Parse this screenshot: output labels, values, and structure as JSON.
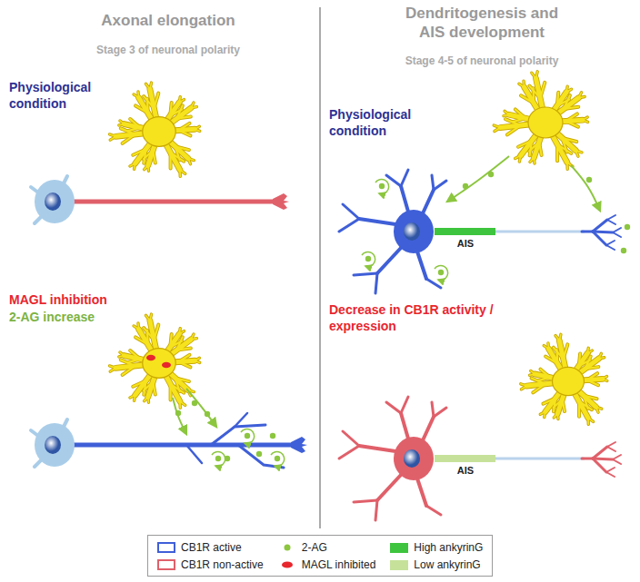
{
  "diagram": {
    "labels": [
      "Axonal elongation",
      "Stage 3 of neuronal polarity",
      "Dendritogenesis and AIS development",
      "Stage 4-5 of neuronal polarity",
      "Physiological condition",
      "MAGL inhibition",
      "2-AG increase",
      "Physiological condition",
      "AIS",
      "Decrease in CB1R activity / expression",
      "AIS"
    ],
    "legend": [
      {
        "text": "CB1R active"
      },
      {
        "text": "2-AG"
      },
      {
        "text": "High ankyrinG",
        "color": "#3ec43e"
      },
      {
        "text": "CB1R non-active"
      },
      {
        "text": "MAGL inhibited"
      },
      {
        "text": "Low ankyrinG",
        "color": "#c6e29a"
      }
    ]
  }
}
